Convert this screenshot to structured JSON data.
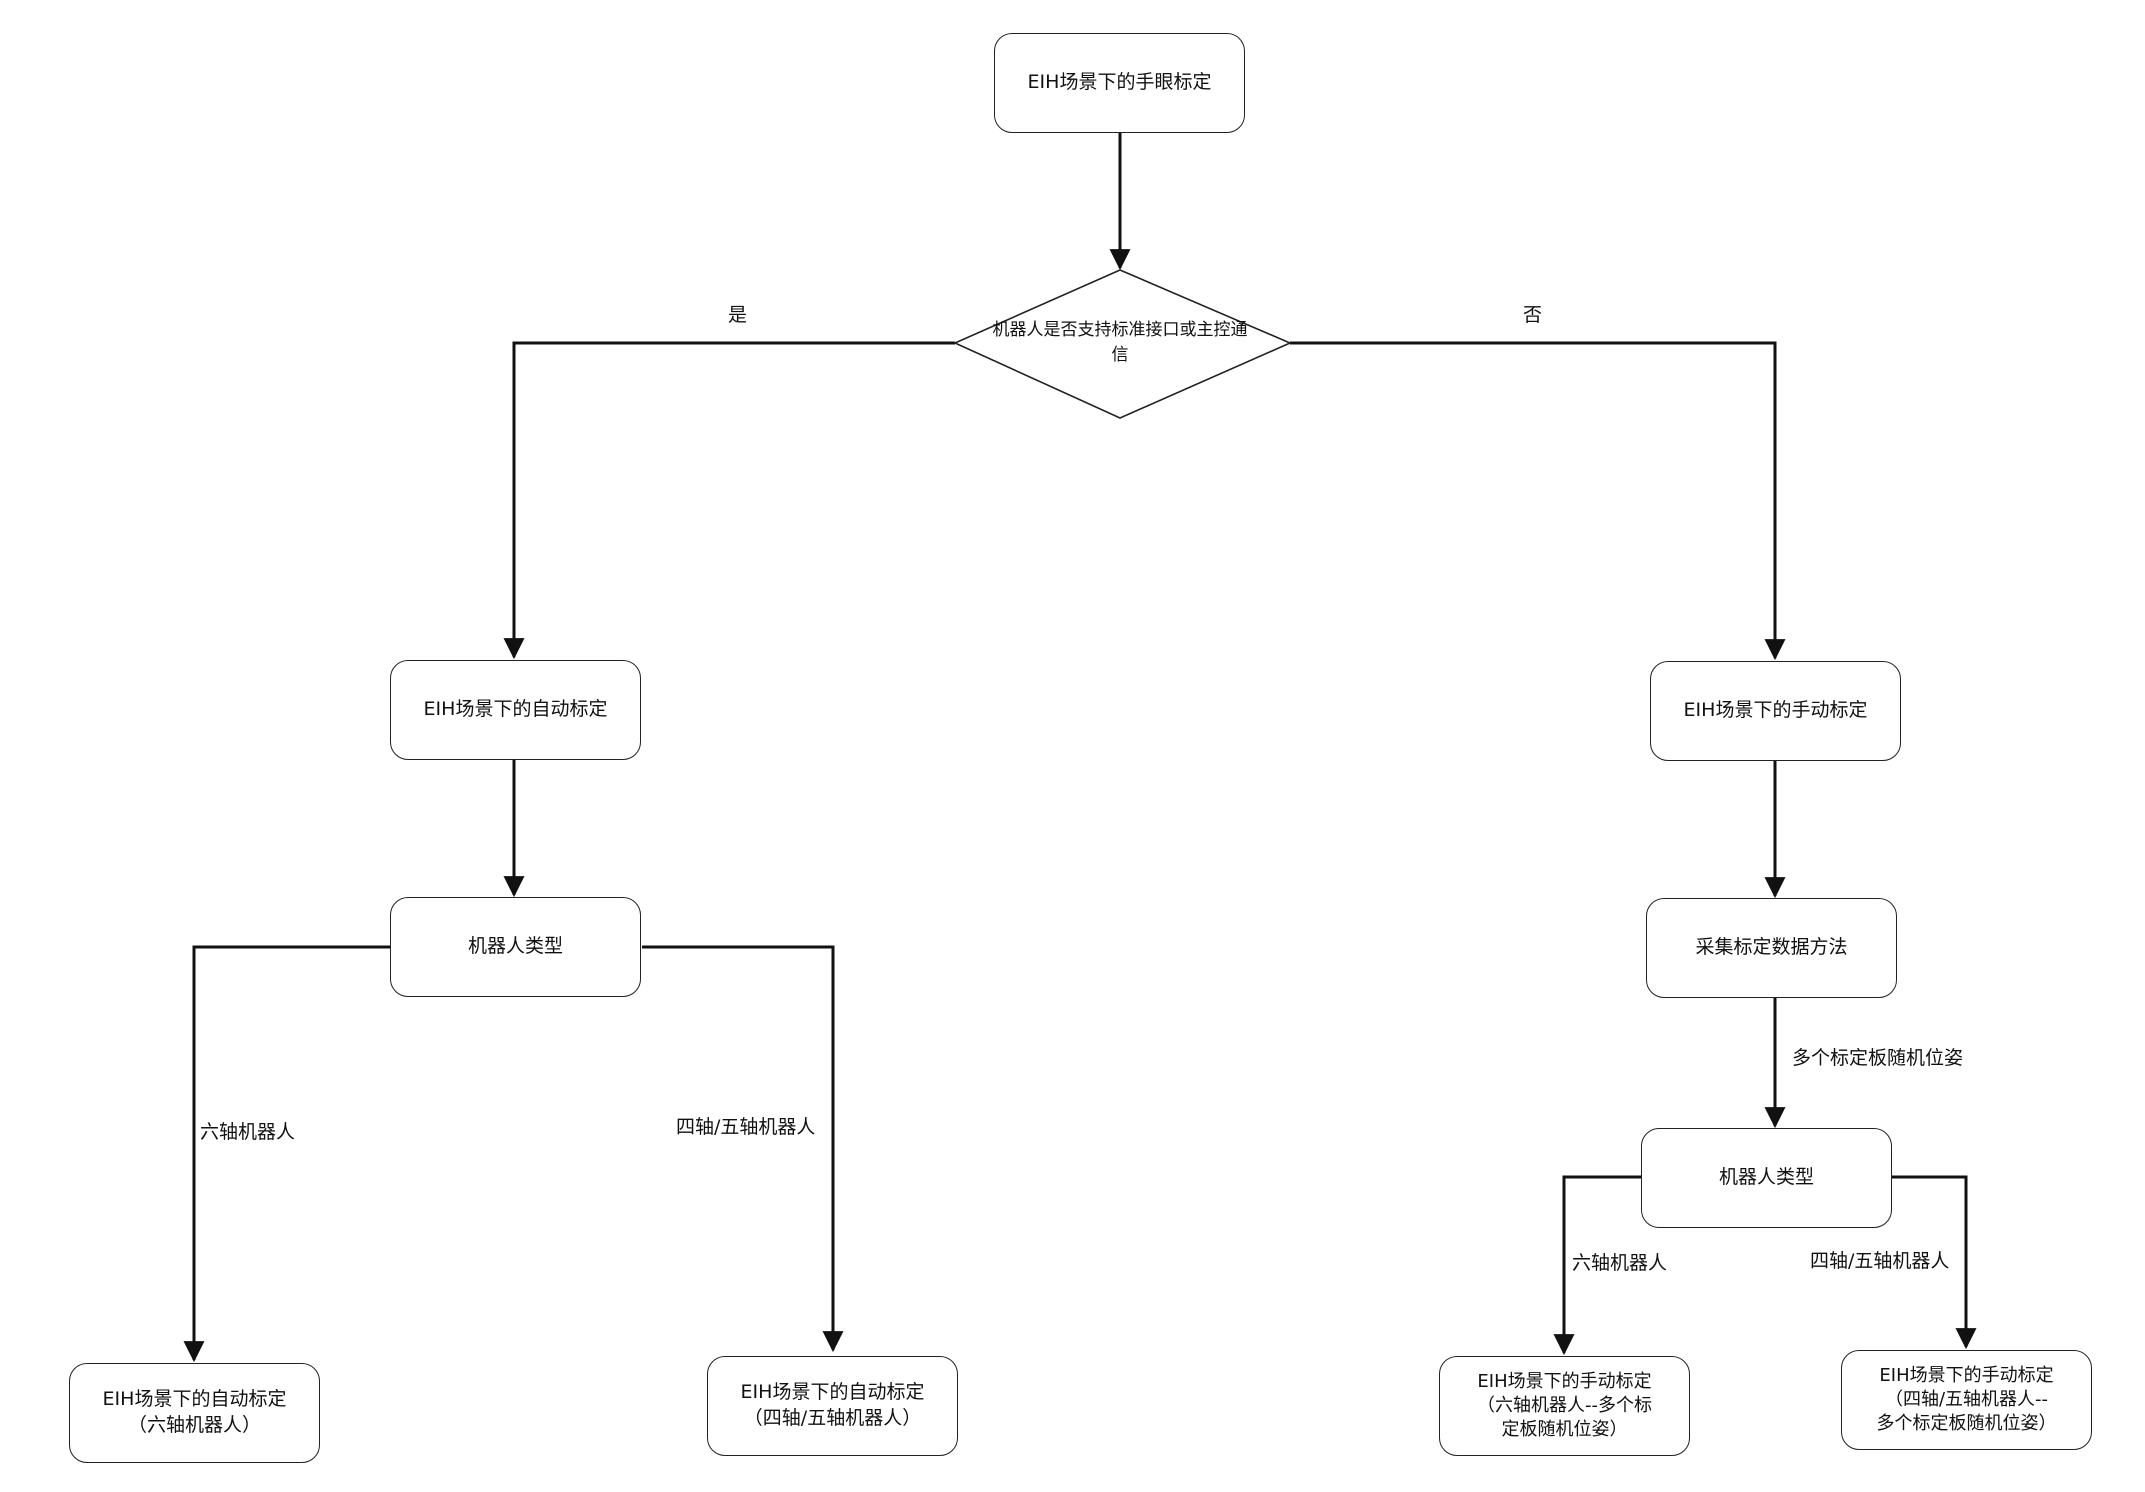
{
  "diagram": {
    "root": "EIH场景下的手眼标定",
    "decision": "机器人是否支持标准接口或主控通信",
    "branch_yes": "是",
    "branch_no": "否",
    "auto": {
      "title": "EIH场景下的自动标定",
      "robot_type": "机器人类型",
      "six_axis_label": "六轴机器人",
      "four_five_axis_label": "四轴/五轴机器人",
      "leaf_six_line1": "EIH场景下的自动标定",
      "leaf_six_line2": "（六轴机器人）",
      "leaf_four_line1": "EIH场景下的自动标定",
      "leaf_four_line2": "（四轴/五轴机器人）"
    },
    "manual": {
      "title": "EIH场景下的手动标定",
      "collect_method": "采集标定数据方法",
      "method_label": "多个标定板随机位姿",
      "robot_type": "机器人类型",
      "six_axis_label": "六轴机器人",
      "four_five_axis_label": "四轴/五轴机器人",
      "leaf_six_line1": "EIH场景下的手动标定",
      "leaf_six_line2": "（六轴机器人--多个标",
      "leaf_six_line3": "定板随机位姿）",
      "leaf_four_line1": "EIH场景下的手动标定",
      "leaf_four_line2": "（四轴/五轴机器人--",
      "leaf_four_line3": "多个标定板随机位姿）"
    }
  }
}
